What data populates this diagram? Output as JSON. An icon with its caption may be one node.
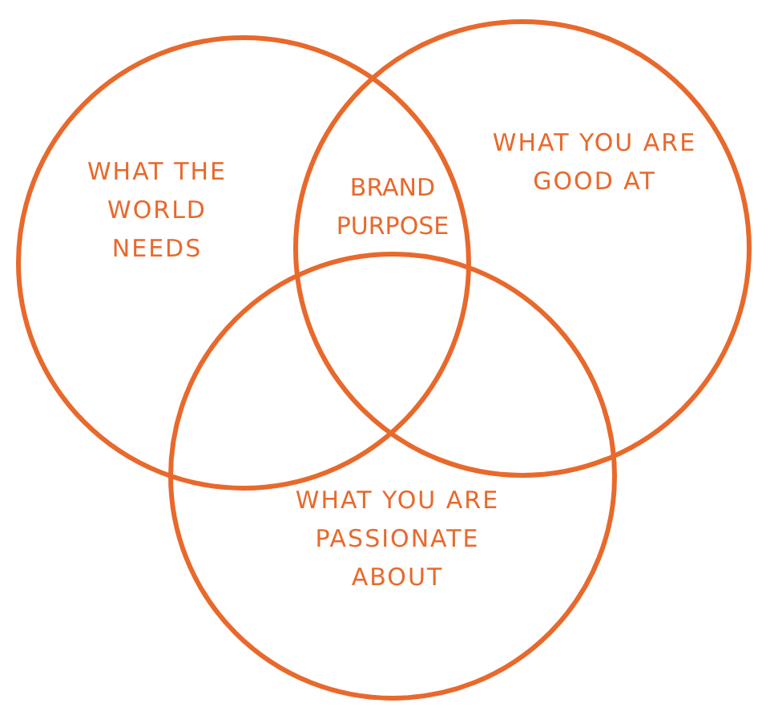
{
  "diagram": {
    "nodes": [
      {
        "text": [
          "WHAT THE WORLD NEEDS"
        ]
      },
      {
        "text": [
          "WHAT YOU ARE GOOD AT"
        ]
      },
      {
        "text": [
          "WHAT YOU ARE PASSIONATE ABOUT"
        ]
      }
    ],
    "labels": [
      "BRAND PURPOSE"
    ]
  }
}
